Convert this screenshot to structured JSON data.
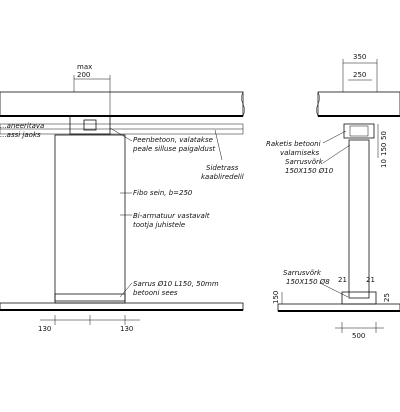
{
  "left_detail": {
    "dims": {
      "max_label": "max",
      "max_value": "200",
      "bottom_left": "130",
      "bottom_right": "130"
    },
    "labels": {
      "left_line1": "...aneeritava",
      "left_line2": "...assi jaoks",
      "concrete_line1": "Peenbetoon, valatakse",
      "concrete_line2": "peale silluse paigaldust",
      "sidetrass_line1": "Sidetrass",
      "sidetrass_line2": "kaabliredelil",
      "fibo": "Fibo sein, b=250",
      "armatuur_line1": "Bi-armatuur vastavalt",
      "armatuur_line2": "tootja juhistele",
      "sarrus_line1": "Sarrus Ø10 L150, 50mm",
      "sarrus_line2": "betooni sees"
    }
  },
  "right_detail": {
    "dims": {
      "top_outer": "350",
      "top_inner": "250",
      "right_v1": "50",
      "right_v2": "150",
      "right_v3": "10",
      "bottom": "500",
      "left_v": "150",
      "small_21a": "21",
      "small_21b": "21",
      "small_25": "25"
    },
    "labels": {
      "raketis_line1": "Raketis betooni",
      "raketis_line2": "valamiseks",
      "sarrusvork1_line1": "Sarrusvõrk",
      "sarrusvork1_line2": "150X150 Ø10",
      "sarrusvork2_line1": "Sarrusvõrk",
      "sarrusvork2_line2": "150X150 Ø8"
    }
  }
}
